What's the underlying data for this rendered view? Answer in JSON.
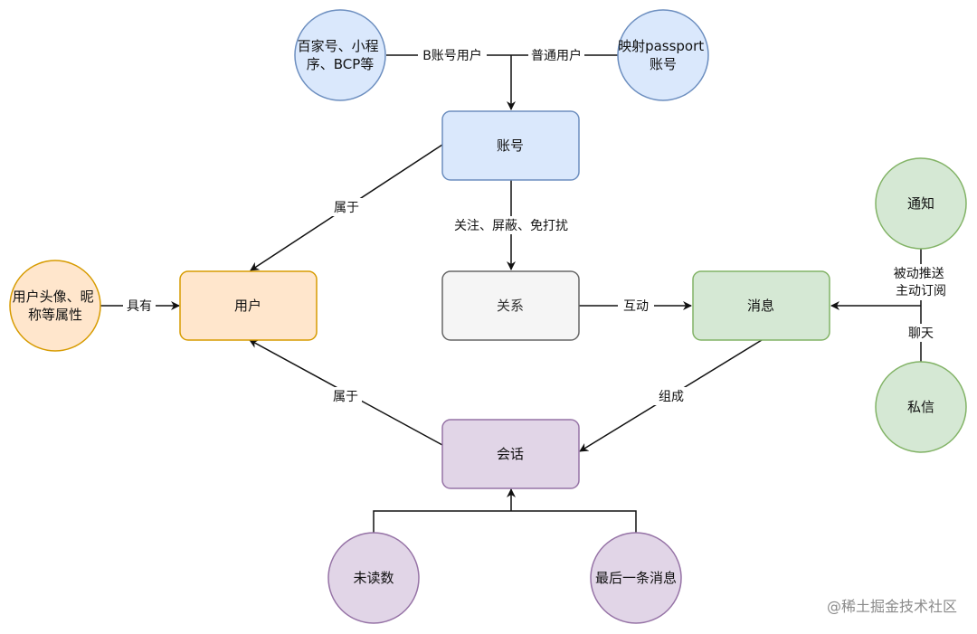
{
  "nodes": {
    "baijiahao": {
      "lines": [
        "百家号、小程",
        "序、BCP等"
      ],
      "fill": "#dae8fc",
      "stroke": "#6c8ebf"
    },
    "passport": {
      "lines": [
        "映射passport",
        "账号"
      ],
      "fill": "#dae8fc",
      "stroke": "#6c8ebf"
    },
    "account": {
      "label": "账号",
      "fill": "#dae8fc",
      "stroke": "#6c8ebf"
    },
    "user_attrs": {
      "lines": [
        "用户头像、昵",
        "称等属性"
      ],
      "fill": "#ffe6cc",
      "stroke": "#d79b00"
    },
    "user": {
      "label": "用户",
      "fill": "#ffe6cc",
      "stroke": "#d79b00"
    },
    "relation": {
      "label": "关系",
      "fill": "#f5f5f5",
      "stroke": "#666666"
    },
    "message": {
      "label": "消息",
      "fill": "#d5e8d4",
      "stroke": "#82b366"
    },
    "notify": {
      "label": "通知",
      "fill": "#d5e8d4",
      "stroke": "#82b366"
    },
    "private_msg": {
      "label": "私信",
      "fill": "#d5e8d4",
      "stroke": "#82b366"
    },
    "session": {
      "label": "会话",
      "fill": "#e1d5e7",
      "stroke": "#9673a6"
    },
    "unread": {
      "label": "未读数",
      "fill": "#e1d5e7",
      "stroke": "#9673a6"
    },
    "last_msg": {
      "label": "最后一条消息",
      "fill": "#e1d5e7",
      "stroke": "#9673a6"
    }
  },
  "edges": {
    "b_account_user": "B账号用户",
    "normal_user": "普通用户",
    "belongs_account": "属于",
    "follow_block": "关注、屏蔽、免打扰",
    "has": "具有",
    "interact": "互动",
    "push_subscribe": [
      "被动推送",
      "主动订阅"
    ],
    "chat": "聊天",
    "compose": "组成",
    "belongs_session": "属于"
  },
  "watermark": "@稀土掘金技术社区"
}
